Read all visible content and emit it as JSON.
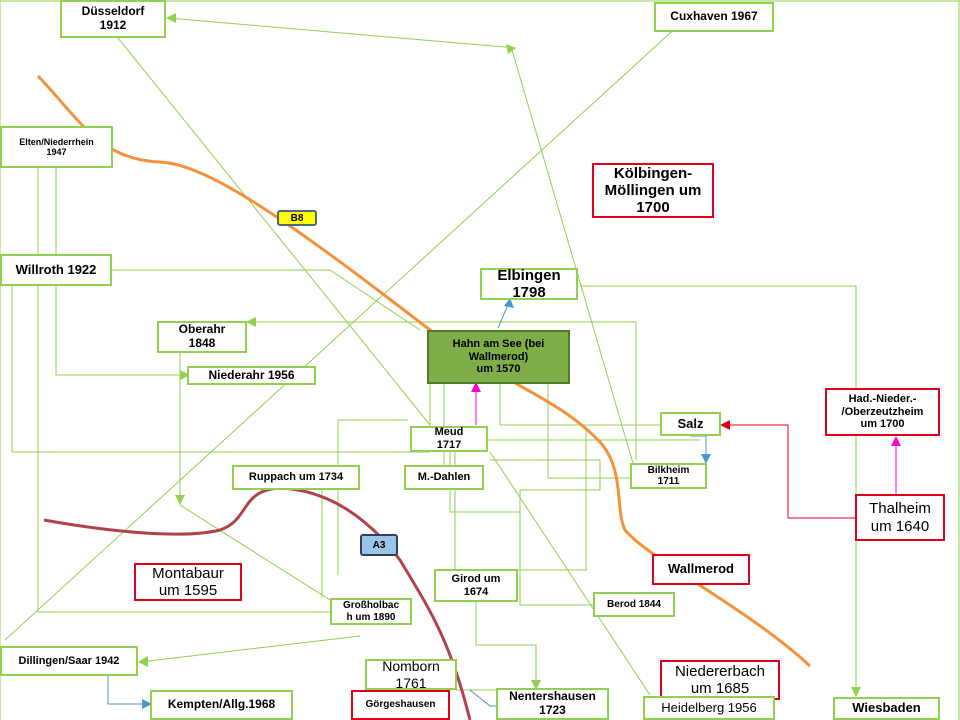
{
  "colors": {
    "link": "#92d050",
    "red_link": "#e0001b",
    "magenta_link": "#ff00cc",
    "blue_link": "#4f94cd",
    "road_b8": "#f5913a",
    "road_a3": "#b0424a",
    "b8_badge": "#ffff00",
    "a3_badge": "#9dc3e6"
  },
  "nodes": {
    "duesseldorf": "Düsseldorf\n1912",
    "cuxhaven": "Cuxhaven 1967",
    "elten": "Elten/Niederrhein\n1947",
    "koelbingen": "Kölbingen-\nMöllingen um\n1700",
    "willroth": "Willroth 1922",
    "elbingen": "Elbingen\n1798",
    "oberahr": "Oberahr\n1848",
    "hahn": "Hahn am See (bei\nWallmerod)\num 1570",
    "niederahr": "Niederahr 1956",
    "had": "Had.-Nieder.-\n/Oberzeutzheim\num 1700",
    "salz": "Salz",
    "meud": "Meud\n1717",
    "mdahlen": "M.-Dahlen",
    "ruppach": "Ruppach um 1734",
    "bilkheim": "Bilkheim\n1711",
    "thalheim": "Thalheim\num 1640",
    "montabaur": "Montabaur\num 1595",
    "wallmerod": "Wallmerod",
    "girod": "Girod um\n1674",
    "grossholbach": "Großholbac\nh um 1890",
    "berod": "Berod 1844",
    "dillingen": "Dillingen/Saar 1942",
    "nomborn": "Nomborn\n1761",
    "niedererbach": "Niedererbach\num 1685",
    "kempten": "Kempten/Allg.1968",
    "goergeshausen": "Görgeshausen",
    "nentershausen": "Nentershausen\n1723",
    "heidelberg": "Heidelberg 1956",
    "wiesbaden": "Wiesbaden"
  },
  "roads": {
    "b8": "B8",
    "a3": "A3"
  }
}
